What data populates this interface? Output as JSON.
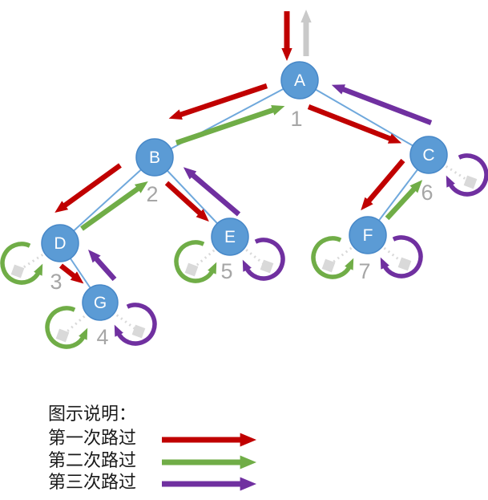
{
  "diagram": {
    "description": "binary tree traversal passes",
    "nodes": [
      {
        "id": "A",
        "label": "A",
        "order": "1"
      },
      {
        "id": "B",
        "label": "B",
        "order": "2"
      },
      {
        "id": "C",
        "label": "C",
        "order": "6"
      },
      {
        "id": "D",
        "label": "D",
        "order": "3"
      },
      {
        "id": "E",
        "label": "E",
        "order": "5"
      },
      {
        "id": "F",
        "label": "F",
        "order": "7"
      },
      {
        "id": "G",
        "label": "G",
        "order": "4"
      }
    ]
  },
  "legend": {
    "title": "图示说明：",
    "items": [
      {
        "label": "第一次路过",
        "color": "#C00000"
      },
      {
        "label": "第二次路过",
        "color": "#70AD47"
      },
      {
        "label": "第三次路过",
        "color": "#7030A0"
      }
    ]
  },
  "colors": {
    "first_pass": "#C00000",
    "second_pass": "#70AD47",
    "third_pass": "#7030A0",
    "node_fill": "#5B9BD5",
    "tree_edge": "#6FA8DC",
    "inactive_gray": "#C9C9C9",
    "null_marker": "#D9D9D9",
    "order_label": "#A6A6A6"
  }
}
